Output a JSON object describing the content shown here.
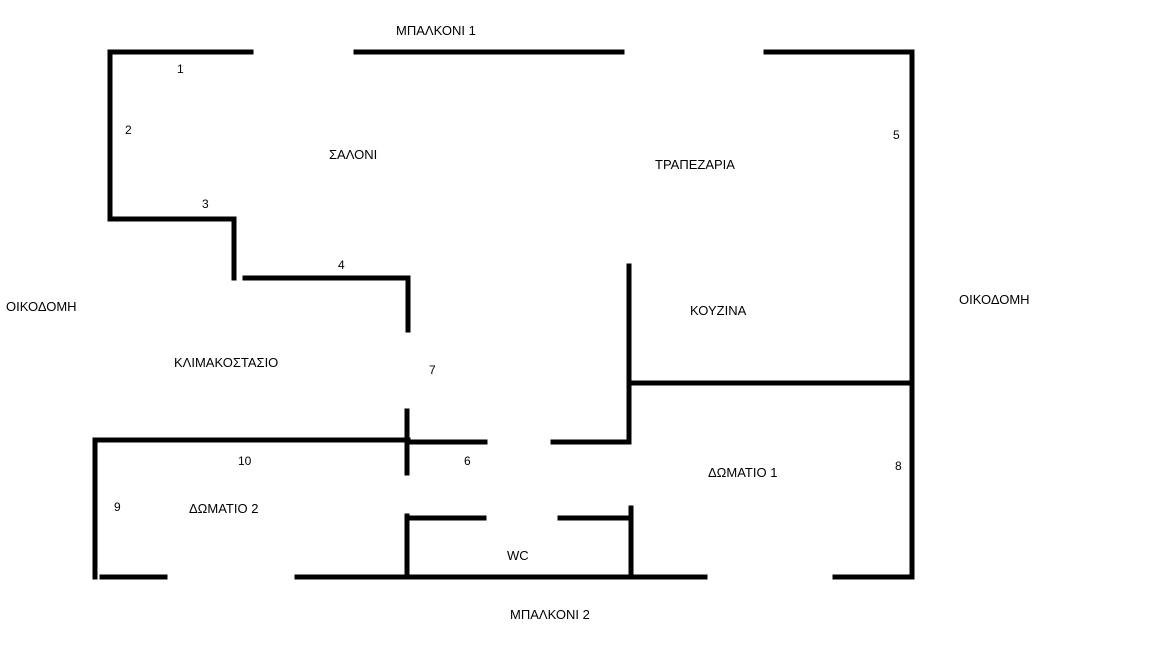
{
  "colors": {
    "wall": "#000000",
    "background": "#ffffff",
    "text": "#000000"
  },
  "labels": {
    "balcony_1": "ΜΠΑΛΚΟΝΙ 1",
    "balcony_2": "ΜΠΑΛΚΟΝΙ 2",
    "building_left": "ΟΙΚΟΔΟΜΗ",
    "building_right": "ΟΙΚΟΔΟΜΗ",
    "living_room": "ΣΑΛΟΝΙ",
    "dining_room": "ΤΡΑΠΕΖΑΡΙΑ",
    "kitchen": "ΚΟΥΖΙΝΑ",
    "staircase": "ΚΛΙΜΑΚΟΣΤΑΣΙΟ",
    "room_1": "ΔΩΜΑΤΙΟ 1",
    "room_2": "ΔΩΜΑΤΙΟ 2",
    "wc": "WC"
  },
  "numbers": {
    "n1": "1",
    "n2": "2",
    "n3": "3",
    "n4": "4",
    "n5": "5",
    "n6": "6",
    "n7": "7",
    "n8": "8",
    "n9": "9",
    "n10": "10"
  }
}
